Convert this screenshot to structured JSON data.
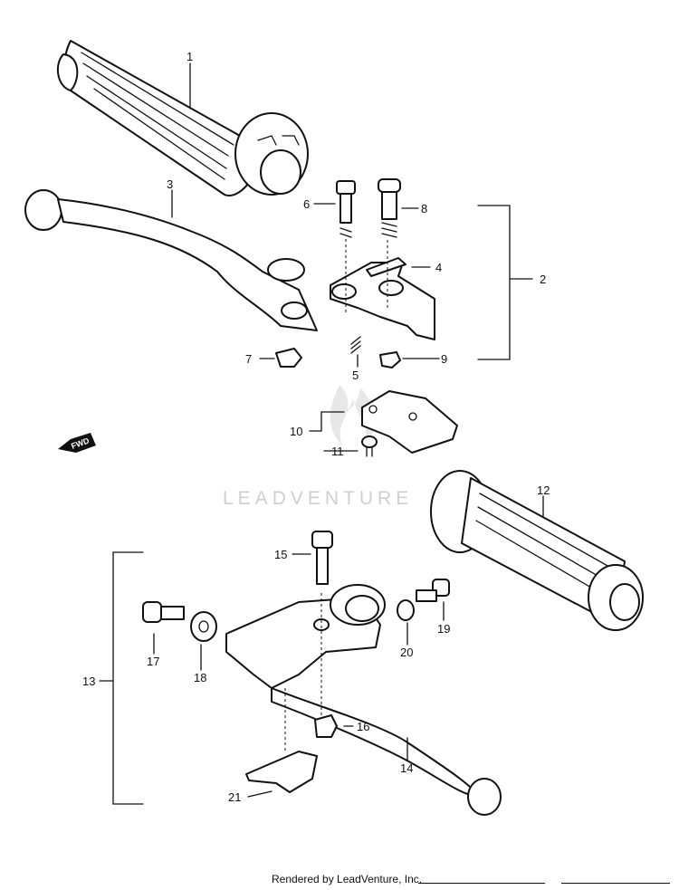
{
  "diagram": {
    "callouts": [
      "1",
      "2",
      "3",
      "4",
      "5",
      "6",
      "7",
      "8",
      "9",
      "10",
      "11",
      "12",
      "13",
      "14",
      "15",
      "16",
      "17",
      "18",
      "19",
      "20",
      "21"
    ],
    "direction_arrow": "FWD",
    "watermark": "LEADVENTURE"
  },
  "footer": {
    "credit": "Rendered by LeadVenture, Inc."
  }
}
